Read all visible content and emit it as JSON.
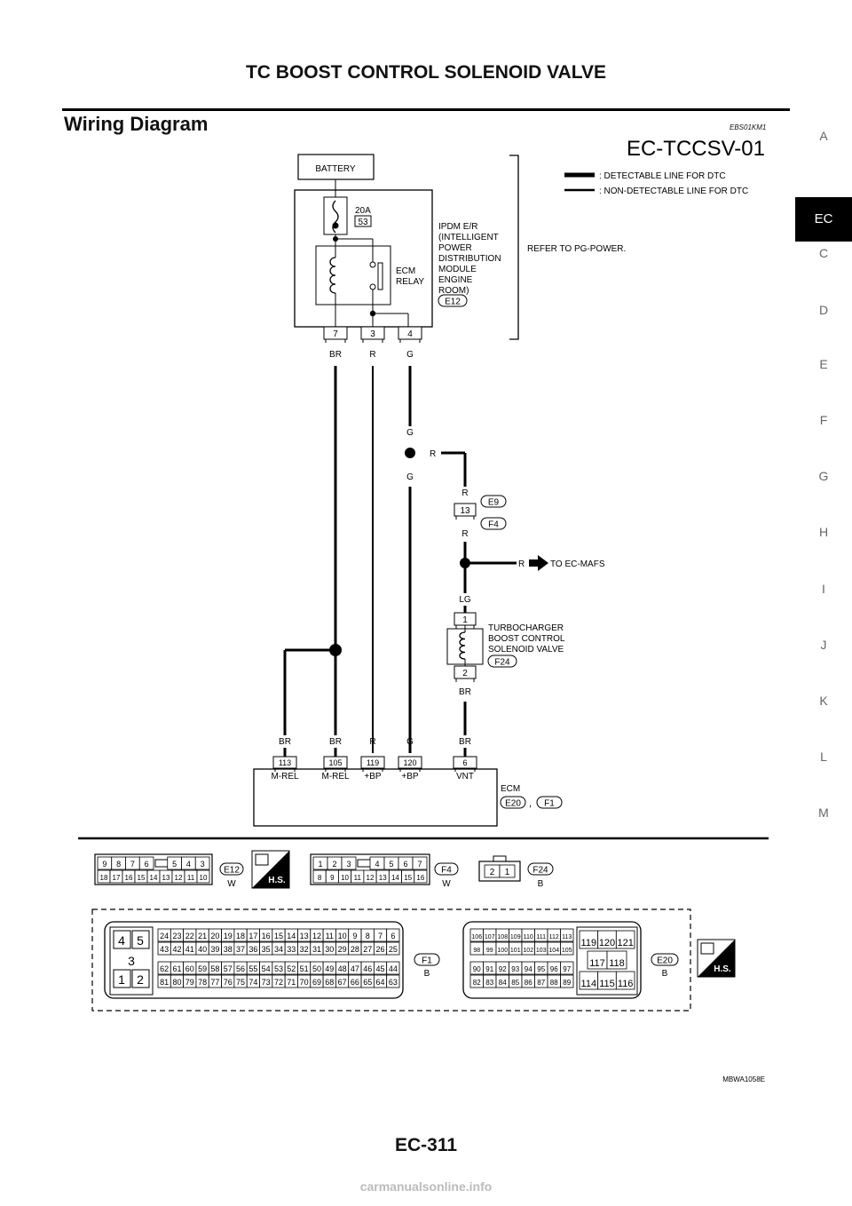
{
  "header": {
    "title": "TC BOOST CONTROL SOLENOID VALVE",
    "section_title": "Wiring Diagram",
    "section_code": "EBS01KM1"
  },
  "side_index": [
    "A",
    "EC",
    "C",
    "D",
    "E",
    "F",
    "G",
    "H",
    "I",
    "J",
    "K",
    "L",
    "M"
  ],
  "side_index_active": "EC",
  "diagram": {
    "code": "EC-TCCSV-01",
    "figure_id": "MBWA1058E",
    "legend": {
      "detectable": ": DETECTABLE LINE FOR DTC",
      "non_detectable": ": NON-DETECTABLE LINE FOR DTC"
    },
    "battery": "BATTERY",
    "fuse_rating": "20A",
    "fuse_number": "53",
    "relay_label": [
      "ECM",
      "RELAY"
    ],
    "ipdm_label": [
      "IPDM E/R",
      "(INTELLIGENT",
      "POWER",
      "DISTRIBUTION",
      "MODULE",
      "ENGINE",
      "ROOM)"
    ],
    "ipdm_connector": "E12",
    "refer_text": "REFER TO PG-POWER.",
    "ipdm_pins": [
      {
        "pin": "7",
        "color": "BR"
      },
      {
        "pin": "3",
        "color": "R"
      },
      {
        "pin": "4",
        "color": "G"
      }
    ],
    "junction_labels": {
      "g_top": "G",
      "g_bottom": "G",
      "r_branch": "R"
    },
    "inline_connector": {
      "pin": "13",
      "wire_top": "R",
      "wire_bottom": "R",
      "connectors": [
        "E9",
        "F4"
      ]
    },
    "mafs_branch": {
      "color": "R",
      "text": "TO EC-MAFS"
    },
    "solenoid": {
      "wire_top": "LG",
      "pin_top": "1",
      "pin_bottom": "2",
      "wire_bottom": "BR",
      "label": [
        "TURBOCHARGER",
        "BOOST CONTROL",
        "SOLENOID VALVE"
      ],
      "connector": "F24"
    },
    "ecm_pins": [
      {
        "wire": "BR",
        "pin": "113",
        "name": "M-REL"
      },
      {
        "wire": "BR",
        "pin": "105",
        "name": "M-REL"
      },
      {
        "wire": "R",
        "pin": "119",
        "name": "+BP"
      },
      {
        "wire": "G",
        "pin": "120",
        "name": "+BP"
      },
      {
        "wire": "BR",
        "pin": "6",
        "name": "VNT"
      }
    ],
    "ecm_label": "ECM",
    "ecm_connectors": [
      "E20",
      "F1"
    ],
    "ecm_comma": ",",
    "connector_views": {
      "e12": {
        "id": "E12",
        "color": "W",
        "row1": [
          "9",
          "8",
          "7",
          "6",
          "",
          "5",
          "4",
          "3"
        ],
        "row2": [
          "18",
          "17",
          "16",
          "15",
          "14",
          "13",
          "12",
          "11",
          "10"
        ]
      },
      "f4": {
        "id": "F4",
        "color": "W",
        "row1": [
          "1",
          "2",
          "3",
          "",
          "4",
          "5",
          "6",
          "7"
        ],
        "row2": [
          "8",
          "9",
          "10",
          "11",
          "12",
          "13",
          "14",
          "15",
          "16"
        ]
      },
      "f24": {
        "id": "F24",
        "color": "B",
        "pins": [
          "2",
          "1"
        ]
      },
      "hs_text": "H.S.",
      "f1": {
        "id": "F1",
        "color": "B",
        "left": [
          [
            "4",
            "5"
          ],
          [
            "3"
          ],
          [
            "1",
            "2"
          ]
        ],
        "r1": [
          "24",
          "23",
          "22",
          "21",
          "20",
          "19",
          "18",
          "17",
          "16",
          "15",
          "14",
          "13",
          "12",
          "11",
          "10",
          "9",
          "8",
          "7",
          "6"
        ],
        "r2": [
          "43",
          "42",
          "41",
          "40",
          "39",
          "38",
          "37",
          "36",
          "35",
          "34",
          "33",
          "32",
          "31",
          "30",
          "29",
          "28",
          "27",
          "26",
          "25"
        ],
        "r3": [
          "62",
          "61",
          "60",
          "59",
          "58",
          "57",
          "56",
          "55",
          "54",
          "53",
          "52",
          "51",
          "50",
          "49",
          "48",
          "47",
          "46",
          "45",
          "44"
        ],
        "r4": [
          "81",
          "80",
          "79",
          "78",
          "77",
          "76",
          "75",
          "74",
          "73",
          "72",
          "71",
          "70",
          "69",
          "68",
          "67",
          "66",
          "65",
          "64",
          "63"
        ]
      },
      "e20": {
        "id": "E20",
        "color": "B",
        "r1": [
          "106",
          "107",
          "108",
          "109",
          "110",
          "111",
          "112",
          "113"
        ],
        "r2": [
          "98",
          "99",
          "100",
          "101",
          "102",
          "103",
          "104",
          "105"
        ],
        "r3": [
          "90",
          "91",
          "92",
          "93",
          "94",
          "95",
          "96",
          "97"
        ],
        "r4": [
          "82",
          "83",
          "84",
          "85",
          "86",
          "87",
          "88",
          "89"
        ],
        "right": [
          [
            "119",
            "120",
            "121"
          ],
          [
            "117",
            "118"
          ],
          [
            "114",
            "115",
            "116"
          ]
        ]
      }
    }
  },
  "page_number": "EC-311",
  "watermark": "carmanualsonline.info"
}
